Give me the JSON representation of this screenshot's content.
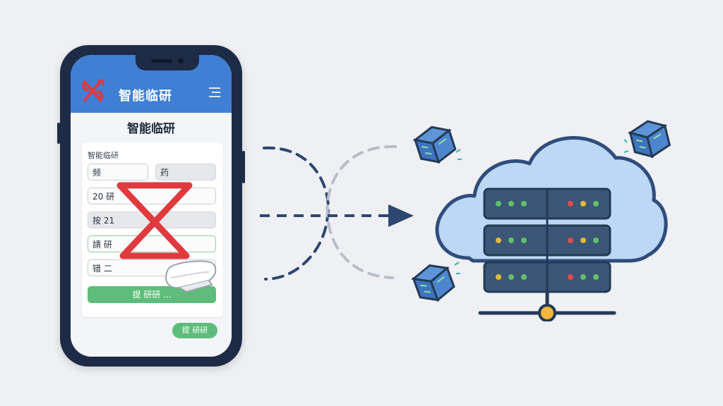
{
  "app": {
    "header_title": "智能临研",
    "page_title": "智能临研",
    "form_label": "智能临研",
    "fields": [
      {
        "left": "频",
        "right": "药"
      },
      {
        "left": "20 研",
        "right": ""
      },
      {
        "left": "按 21",
        "right": ""
      },
      {
        "left": "請 研",
        "right": ""
      },
      {
        "left": "错 二",
        "right": ""
      }
    ],
    "submit_label": "提 研研 ...",
    "chip_label": "提 研研"
  },
  "colors": {
    "header": "#3f7fd4",
    "phone_frame": "#1d2b46",
    "submit": "#5ebd7a",
    "cross": "#e0393e",
    "cloud": "#bcd8f5",
    "server": "#3b5676",
    "arrow": "#2e4770"
  },
  "icons": {
    "logo": "red-logo-icon",
    "menu": "menu-icon",
    "error": "red-x-icon",
    "eraser": "eraser-icon",
    "cloud": "cloud-icon",
    "server": "server-rack-icon",
    "data_cube": "data-cube-icon"
  }
}
